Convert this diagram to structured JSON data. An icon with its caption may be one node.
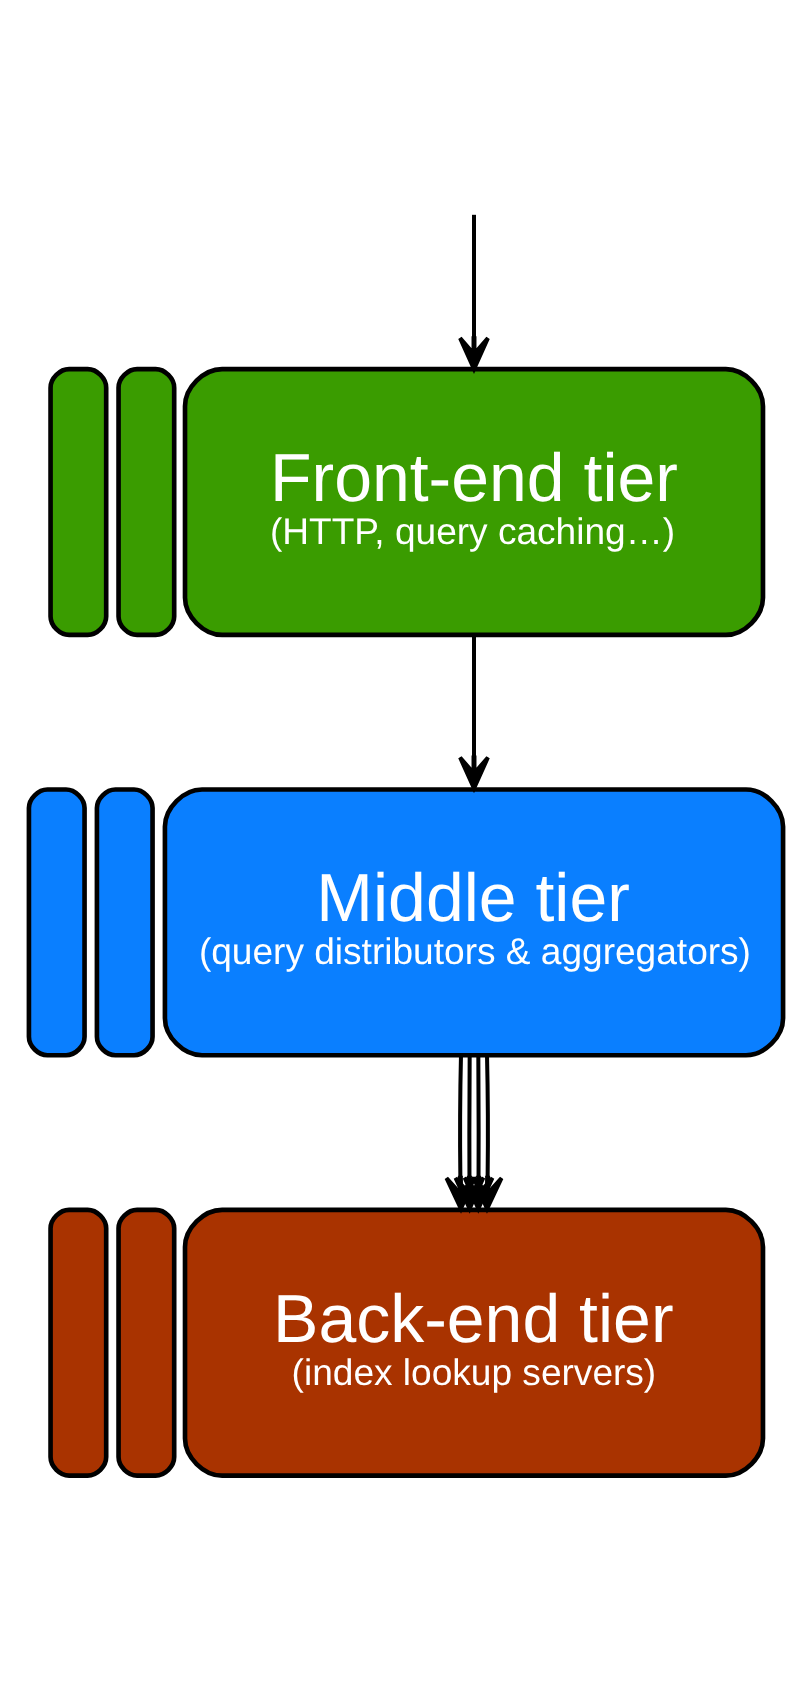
{
  "diagram": {
    "nodes": [
      {
        "text": [],
        "shape": "box"
      },
      {
        "text": [],
        "shape": "box"
      },
      {
        "text": [
          "Front-end tier",
          "(HTTP, query caching…)"
        ]
      },
      {
        "text": [],
        "shape": "box"
      },
      {
        "text": [],
        "shape": "box"
      },
      {
        "text": [
          "Middle tier",
          "(query distributors & aggregators)"
        ]
      },
      {
        "text": [],
        "shape": "box"
      },
      {
        "text": [],
        "shape": "box"
      },
      {
        "text": [
          "Back-end tier",
          "(index lookup servers)"
        ]
      }
    ],
    "edges": [
      {
        "from": null,
        "to": 2,
        "arrow": "to"
      },
      {
        "from": 2,
        "to": 5,
        "arrow": "to"
      },
      {
        "from": 5,
        "to": 8,
        "arrow": "to"
      },
      {
        "from": 5,
        "to": 8,
        "arrow": "to"
      },
      {
        "from": 5,
        "to": 8,
        "arrow": "to"
      },
      {
        "from": 5,
        "to": 8,
        "arrow": "to"
      }
    ]
  }
}
